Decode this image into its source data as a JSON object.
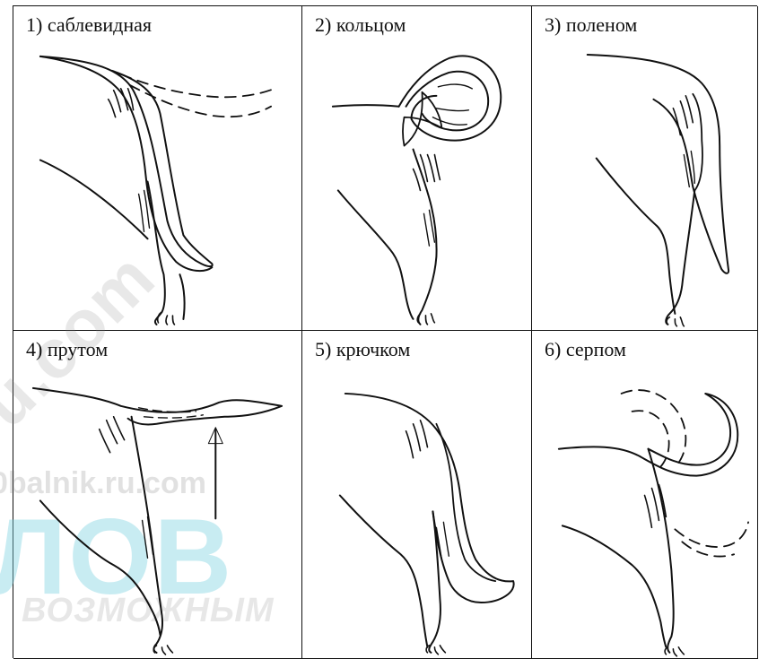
{
  "panels": [
    {
      "label": "1) саблевидная"
    },
    {
      "label": "2) кольцом"
    },
    {
      "label": "3) поленом"
    },
    {
      "label": "4) прутом"
    },
    {
      "label": "5) крючком"
    },
    {
      "label": "6) серпом"
    }
  ],
  "watermarks": {
    "diagonal": "u.com",
    "site": "0balnik.ru.com",
    "big": "ЛОВ",
    "small": "ВОЗМОЖНЫМ"
  }
}
